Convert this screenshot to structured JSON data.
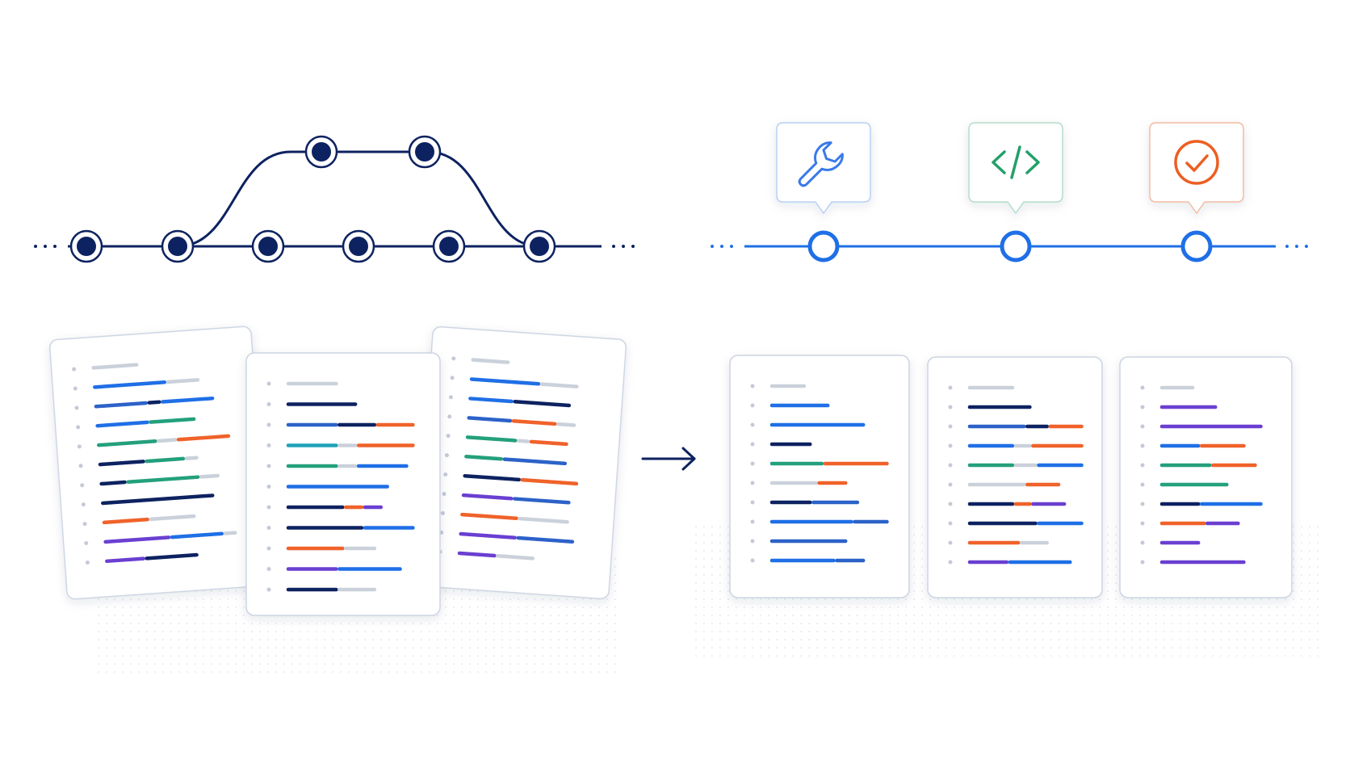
{
  "colors": {
    "navy": "#0d2260",
    "blue": "#1f6fe6",
    "mid_blue": "#2c62c8",
    "teal": "#23a07c",
    "cyan": "#1fa3b8",
    "orange": "#f0622a",
    "purple": "#6a3fd1",
    "gray": "#b9c1cf",
    "card_border": "#ccd4e2",
    "wrench_blue": "#3a7ae8",
    "code_green": "#23a06a",
    "check_orange": "#ec5f22"
  },
  "left_diagram": {
    "description_icon": "branching-history",
    "main_line_commit_count": 6,
    "branch_commit_count": 2
  },
  "right_diagram": {
    "stages": [
      {
        "icon": "wrench-icon",
        "accent": "#3a7ae8"
      },
      {
        "icon": "code-icon",
        "accent": "#23a06a"
      },
      {
        "icon": "check-circle-icon",
        "accent": "#ec5f22"
      }
    ]
  },
  "transform_arrow_icon": "arrow-right-icon",
  "left_documents": [
    {
      "rows": [
        [
          [
            "gray",
            0.35
          ]
        ],
        [
          [
            "blue",
            0.55
          ],
          [
            "gray",
            0.25
          ]
        ],
        [
          [
            "mid_blue",
            0.4
          ],
          [
            "navy",
            0.1
          ],
          [
            "blue",
            0.4
          ]
        ],
        [
          [
            "blue",
            0.4
          ],
          [
            "teal",
            0.35
          ]
        ],
        [
          [
            "teal",
            0.45
          ],
          [
            "gray",
            0.15
          ],
          [
            "orange",
            0.4
          ]
        ],
        [
          [
            "navy",
            0.35
          ],
          [
            "teal",
            0.3
          ],
          [
            "gray",
            0.1
          ]
        ],
        [
          [
            "navy",
            0.2
          ],
          [
            "teal",
            0.55
          ],
          [
            "gray",
            0.15
          ]
        ],
        [
          [
            "navy",
            0.85
          ]
        ],
        [
          [
            "orange",
            0.35
          ],
          [
            "gray",
            0.35
          ]
        ],
        [
          [
            "purple",
            0.5
          ],
          [
            "blue",
            0.4
          ],
          [
            "gray",
            0.1
          ]
        ],
        [
          [
            "purple",
            0.3
          ],
          [
            "navy",
            0.4
          ]
        ]
      ]
    },
    {
      "rows": [
        [
          [
            "gray",
            0.4
          ]
        ],
        [
          [
            "navy",
            0.55
          ]
        ],
        [
          [
            "mid_blue",
            0.4
          ],
          [
            "navy",
            0.3
          ],
          [
            "orange",
            0.3
          ]
        ],
        [
          [
            "cyan",
            0.4
          ],
          [
            "gray",
            0.15
          ],
          [
            "orange",
            0.45
          ]
        ],
        [
          [
            "teal",
            0.4
          ],
          [
            "gray",
            0.15
          ],
          [
            "blue",
            0.4
          ]
        ],
        [
          [
            "blue",
            0.8
          ]
        ],
        [
          [
            "navy",
            0.45
          ],
          [
            "orange",
            0.15
          ],
          [
            "purple",
            0.15
          ]
        ],
        [
          [
            "navy",
            0.6
          ],
          [
            "blue",
            0.4
          ]
        ],
        [
          [
            "orange",
            0.45
          ],
          [
            "gray",
            0.25
          ]
        ],
        [
          [
            "purple",
            0.4
          ],
          [
            "blue",
            0.5
          ]
        ],
        [
          [
            "navy",
            0.4
          ],
          [
            "gray",
            0.3
          ]
        ]
      ]
    },
    {
      "rows": [
        [
          [
            "gray",
            0.3
          ]
        ],
        [
          [
            "blue",
            0.55
          ],
          [
            "gray",
            0.3
          ]
        ],
        [
          [
            "blue",
            0.35
          ],
          [
            "navy",
            0.45
          ]
        ],
        [
          [
            "mid_blue",
            0.35
          ],
          [
            "orange",
            0.35
          ],
          [
            "gray",
            0.15
          ]
        ],
        [
          [
            "teal",
            0.4
          ],
          [
            "gray",
            0.1
          ],
          [
            "orange",
            0.3
          ]
        ],
        [
          [
            "teal",
            0.3
          ],
          [
            "mid_blue",
            0.5
          ]
        ],
        [
          [
            "navy",
            0.45
          ],
          [
            "orange",
            0.45
          ]
        ],
        [
          [
            "purple",
            0.4
          ],
          [
            "mid_blue",
            0.45
          ]
        ],
        [
          [
            "orange",
            0.45
          ],
          [
            "gray",
            0.4
          ]
        ],
        [
          [
            "purple",
            0.45
          ],
          [
            "mid_blue",
            0.45
          ]
        ],
        [
          [
            "purple",
            0.3
          ],
          [
            "gray",
            0.3
          ]
        ]
      ]
    }
  ],
  "right_documents": [
    {
      "rows": [
        [
          [
            "gray",
            0.3
          ]
        ],
        [
          [
            "blue",
            0.5
          ]
        ],
        [
          [
            "blue",
            0.8
          ]
        ],
        [
          [
            "navy",
            0.35
          ]
        ],
        [
          [
            "teal",
            0.45
          ],
          [
            "orange",
            0.55
          ]
        ],
        [
          [
            "gray",
            0.4
          ],
          [
            "orange",
            0.25
          ]
        ],
        [
          [
            "navy",
            0.35
          ],
          [
            "mid_blue",
            0.4
          ]
        ],
        [
          [
            "blue",
            0.7
          ],
          [
            "mid_blue",
            0.3
          ]
        ],
        [
          [
            "mid_blue",
            0.65
          ]
        ],
        [
          [
            "blue",
            0.55
          ],
          [
            "mid_blue",
            0.25
          ]
        ]
      ]
    },
    {
      "rows": [
        [
          [
            "gray",
            0.4
          ]
        ],
        [
          [
            "navy",
            0.55
          ]
        ],
        [
          [
            "mid_blue",
            0.5
          ],
          [
            "navy",
            0.2
          ],
          [
            "orange",
            0.3
          ]
        ],
        [
          [
            "blue",
            0.4
          ],
          [
            "gray",
            0.15
          ],
          [
            "orange",
            0.45
          ]
        ],
        [
          [
            "teal",
            0.4
          ],
          [
            "gray",
            0.2
          ],
          [
            "blue",
            0.4
          ]
        ],
        [
          [
            "gray",
            0.5
          ],
          [
            "orange",
            0.3
          ]
        ],
        [
          [
            "navy",
            0.4
          ],
          [
            "orange",
            0.15
          ],
          [
            "purple",
            0.3
          ]
        ],
        [
          [
            "navy",
            0.6
          ],
          [
            "blue",
            0.4
          ]
        ],
        [
          [
            "orange",
            0.45
          ],
          [
            "gray",
            0.25
          ]
        ],
        [
          [
            "purple",
            0.35
          ],
          [
            "blue",
            0.55
          ]
        ]
      ]
    },
    {
      "rows": [
        [
          [
            "gray",
            0.3
          ]
        ],
        [
          [
            "purple",
            0.5
          ]
        ],
        [
          [
            "purple",
            0.9
          ]
        ],
        [
          [
            "blue",
            0.35
          ],
          [
            "orange",
            0.4
          ]
        ],
        [
          [
            "teal",
            0.45
          ],
          [
            "orange",
            0.4
          ]
        ],
        [
          [
            "teal",
            0.6
          ]
        ],
        [
          [
            "navy",
            0.35
          ],
          [
            "blue",
            0.55
          ]
        ],
        [
          [
            "orange",
            0.4
          ],
          [
            "purple",
            0.3
          ]
        ],
        [
          [
            "purple",
            0.35
          ]
        ],
        [
          [
            "purple",
            0.75
          ]
        ]
      ]
    }
  ]
}
